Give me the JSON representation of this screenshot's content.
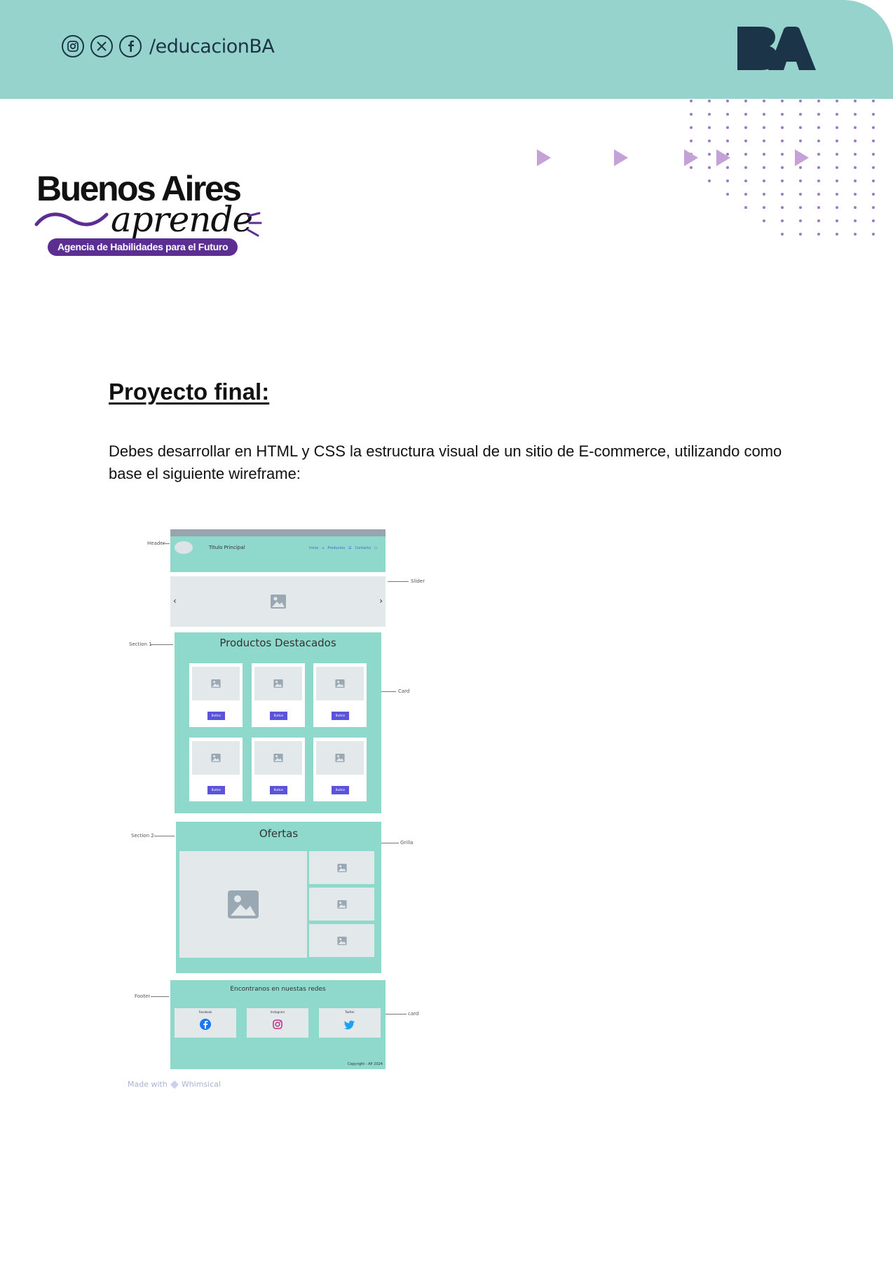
{
  "header": {
    "social_handle": "/educacionBA",
    "social_icons": [
      "instagram-icon",
      "x-icon",
      "facebook-icon"
    ],
    "logo_text": "BA"
  },
  "brand": {
    "title": "Buenos Aires",
    "script": "aprende",
    "badge": "Agencia de Habilidades para el Futuro"
  },
  "content": {
    "title": "Proyecto final:",
    "paragraph": "Debes desarrollar en HTML y CSS la estructura visual de un sitio de E-commerce, utilizando como base el siguiente wireframe:"
  },
  "wireframe": {
    "annotations": {
      "header": "Header",
      "slider": "Slider",
      "section1": "Section 1",
      "card": "Card",
      "section2": "Section 2",
      "grilla": "Grilla",
      "footer": "Footer",
      "card2": "card"
    },
    "header_title": "Titulo Principal",
    "nav": [
      "Inicio",
      "Productos",
      "Contacto"
    ],
    "section1_title": "Productos Destacados",
    "button_label": "Button",
    "section2_title": "Ofertas",
    "footer_title": "Encontranos en nuestas redes",
    "footer_cards": [
      "Facebook",
      "Instagram",
      "Twitter"
    ],
    "copyright": "Copyright - AP 2024",
    "made_with": "Made with",
    "made_brand": "Whimsical"
  },
  "colors": {
    "header_band": "#97d3cd",
    "wireframe_teal": "#8fd8cc",
    "placeholder": "#e3e8ea",
    "button": "#5b53d9",
    "brand_purple": "#5c2e91",
    "dark_navy": "#1b3447"
  }
}
